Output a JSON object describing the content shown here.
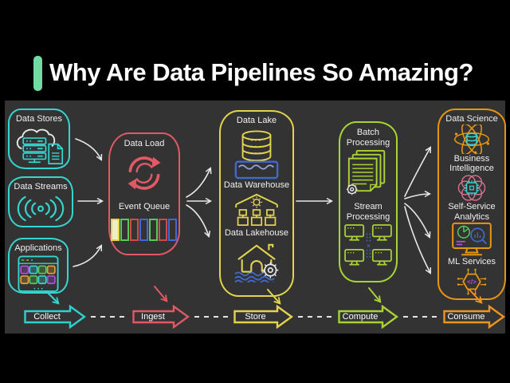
{
  "header": {
    "title": "Why Are Data Pipelines So Amazing?"
  },
  "sources": {
    "stores": "Data Stores",
    "streams": "Data Streams",
    "applications": "Applications"
  },
  "ingest_box": {
    "title": "Data Load",
    "queue_label": "Event Queue"
  },
  "store_box": {
    "title": "Data Lake",
    "warehouse": "Data Warehouse",
    "lakehouse": "Data Lakehouse"
  },
  "compute_box": {
    "batch": "Batch Processing",
    "stream": "Stream Processing"
  },
  "consume_box": {
    "science": "Data Science",
    "bi": "Business Intelligence",
    "analytics": "Self-Service Analytics",
    "ml": "ML Services"
  },
  "stages": [
    {
      "label": "Collect",
      "color": "#2fd0ce"
    },
    {
      "label": "Ingest",
      "color": "#e25865"
    },
    {
      "label": "Store",
      "color": "#e3d44f"
    },
    {
      "label": "Compute",
      "color": "#a8d334"
    },
    {
      "label": "Consume",
      "color": "#ee9420"
    }
  ],
  "icons": {
    "code_glyph": "</>",
    "link_glyph": "×"
  },
  "palette": {
    "background": "#000000",
    "panel": "#333333",
    "title_accent": "#72dba4",
    "source_cyan": "#35d6d2",
    "ingest_red": "#e25865",
    "store_yellow": "#e3d44f",
    "compute_lime": "#a8d334",
    "consume_orange": "#e8940f",
    "water_blue": "#4169cf",
    "purple": "#b44fd8",
    "green": "#58c95a",
    "rose": "#e0708f",
    "wire_white": "#e8e8e8",
    "text": "#f0f0f0"
  }
}
